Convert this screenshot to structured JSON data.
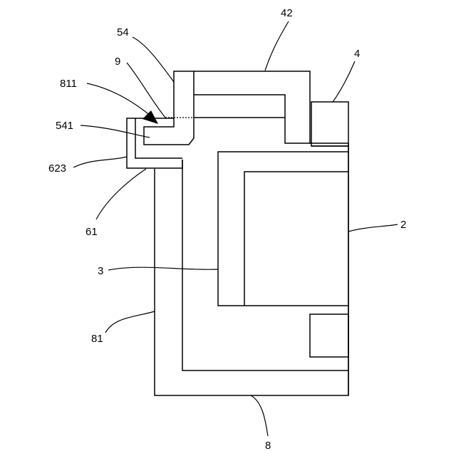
{
  "labels": {
    "l42": "42",
    "l54": "54",
    "l4": "4",
    "l9": "9",
    "l811": "811",
    "l541": "541",
    "l623": "623",
    "l61": "61",
    "l2": "2",
    "l3": "3",
    "l81": "81",
    "l8": "8"
  }
}
